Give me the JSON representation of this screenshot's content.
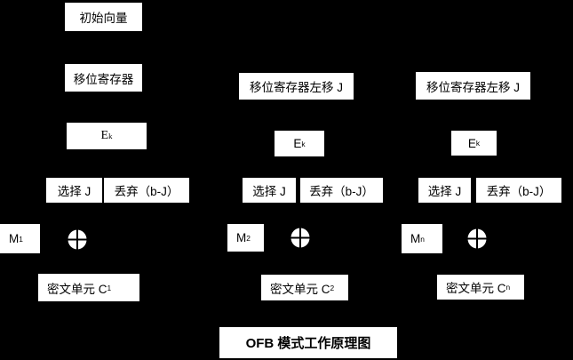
{
  "title": "OFB 模式工作原理图",
  "colors": {
    "background": "#000000",
    "box_fill": "#ffffff",
    "box_text": "#000000"
  },
  "columns": [
    {
      "initial_vector": "初始向量",
      "shift_register": "移位寄存器",
      "encrypt_base": "E",
      "encrypt_sub": "k",
      "select": "选择 J",
      "discard": "丢弃（b-J）",
      "message_base": "M",
      "message_sub": "1",
      "xor_icon": "xor-circle-plus",
      "ciphertext_base": "密文单元 C",
      "ciphertext_sub": "1"
    },
    {
      "shift_register": "移位寄存器左移 J",
      "encrypt_base": "E",
      "encrypt_sub": "k",
      "select": "选择 J",
      "discard": "丢弃（b-J）",
      "message_base": "M",
      "message_sub": "2",
      "xor_icon": "xor-circle-plus",
      "ciphertext_base": "密文单元 C",
      "ciphertext_sub": "2"
    },
    {
      "shift_register": "移位寄存器左移 J",
      "encrypt_base": "E",
      "encrypt_sub": "k",
      "select": "选择 J",
      "discard": "丢弃（b-J）",
      "message_base": "M",
      "message_sub": "n",
      "xor_icon": "xor-circle-plus",
      "ciphertext_base": "密文单元 C",
      "ciphertext_sub": "n"
    }
  ]
}
